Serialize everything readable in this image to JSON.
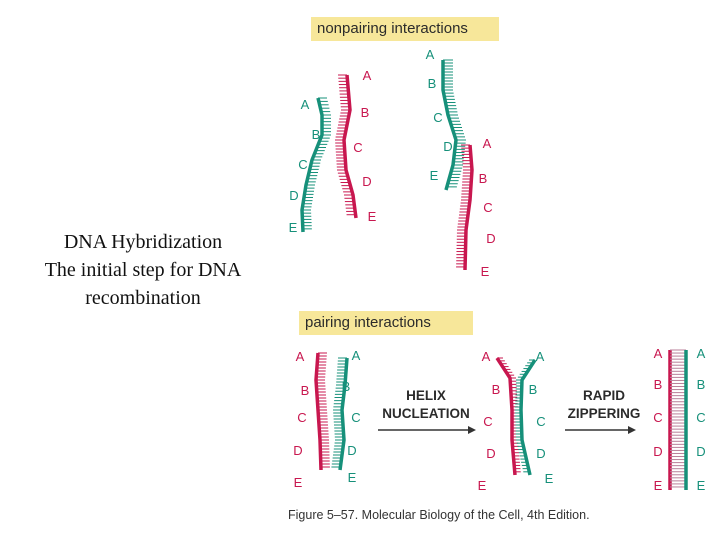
{
  "left_text": {
    "line1": "DNA Hybridization",
    "line2": "The initial step for DNA",
    "line3": "recombination"
  },
  "labels": {
    "nonpairing": "nonpairing interactions",
    "pairing": "pairing interactions",
    "helix_line1": "HELIX",
    "helix_line2": "NUCLEATION",
    "rapid_line1": "RAPID",
    "rapid_line2": "ZIPPERING",
    "caption": "Figure 5–57. Molecular Biology of the Cell, 4th Edition."
  },
  "segment_letters": [
    "A",
    "B",
    "C",
    "D",
    "E"
  ],
  "colors": {
    "strand_pink": "#c8174f",
    "strand_green": "#16907a",
    "label_pink": "#c8174f",
    "label_green": "#16907a",
    "box_fill": "#f7e79a",
    "arrow": "#333333"
  }
}
